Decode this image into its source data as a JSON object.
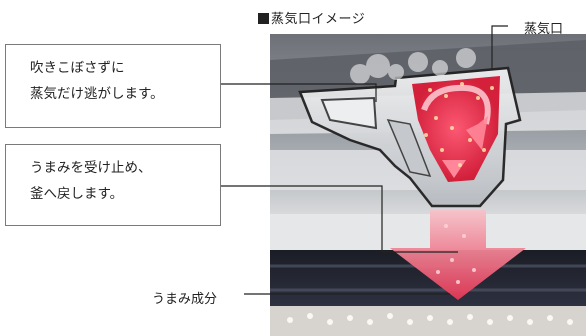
{
  "diagram": {
    "title": "蒸気口イメージ",
    "callouts": {
      "box1_line1": "吹きこぼさずに",
      "box1_line2": "蒸気だけ逃がします。",
      "box2_line1": "うまみを受け止め、",
      "box2_line2": "釜へ戻します。",
      "umami_label": "うまみ成分",
      "steam_port_label": "蒸気口"
    }
  }
}
